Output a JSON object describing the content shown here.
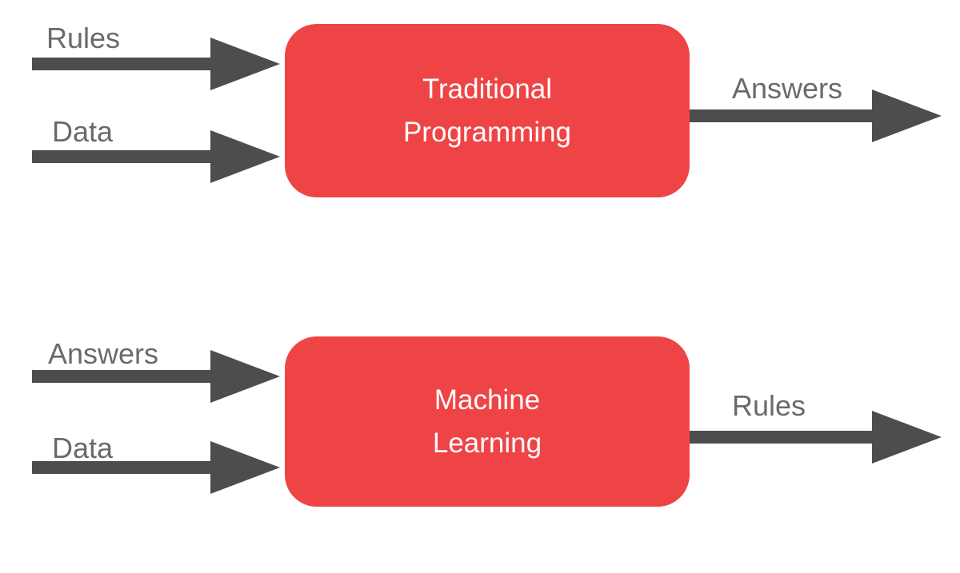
{
  "colors": {
    "background": "#FFFFFF",
    "box_fill": "#EF4446",
    "box_text": "#FDFDFD",
    "arrow": "#4D4D4F",
    "label_text": "#6A6A6A"
  },
  "diagrams": [
    {
      "inputs": [
        {
          "label": "Rules"
        },
        {
          "label": "Data"
        }
      ],
      "box": {
        "title_lines": [
          "Traditional",
          "Programming"
        ]
      },
      "output": {
        "label": "Answers"
      }
    },
    {
      "inputs": [
        {
          "label": "Answers"
        },
        {
          "label": "Data"
        }
      ],
      "box": {
        "title_lines": [
          "Machine",
          "Learning"
        ]
      },
      "output": {
        "label": "Rules"
      }
    }
  ]
}
